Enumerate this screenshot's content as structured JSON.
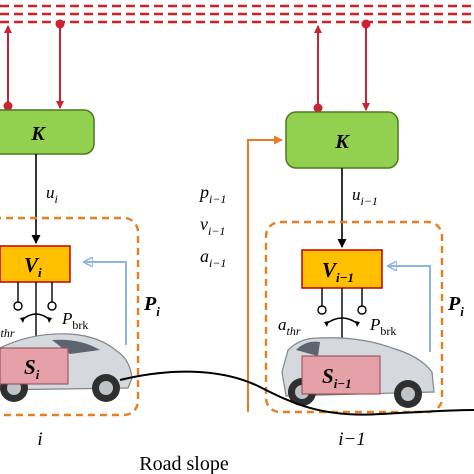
{
  "colors": {
    "bus": "#d42020",
    "arrow": "#cc2233",
    "controller_fill": "#92d050",
    "controller_stroke": "#4a7a1f",
    "vehicle_fill": "#ffc000",
    "vehicle_stroke": "#c00000",
    "sensor_fill": "#e6a0a8",
    "platoon_box": "#e67e22",
    "info_arrow": "#e67e22",
    "feedback": "#8fb4e3",
    "road": "#000000"
  },
  "vehicles": [
    {
      "controller": "K",
      "control_signal": {
        "base": "u",
        "sub": "i"
      },
      "actuator": {
        "base": "V",
        "sub": "i"
      },
      "sensor": {
        "base": "S",
        "sub": "i"
      },
      "throttle": {
        "base": "a",
        "sub": "thr"
      },
      "brake": {
        "base": "P",
        "sub": "brk"
      },
      "platoon": {
        "base": "P",
        "sub": "i"
      },
      "index": "i"
    },
    {
      "controller": "K",
      "control_signal": {
        "base": "u",
        "sub": "i−1"
      },
      "actuator": {
        "base": "V",
        "sub": "i−1"
      },
      "sensor": {
        "base": "S",
        "sub": "i−1"
      },
      "throttle": {
        "base": "a",
        "sub": "thr"
      },
      "brake": {
        "base": "P",
        "sub": "brk"
      },
      "platoon": {
        "base": "P",
        "sub": "i"
      },
      "index": "i−1"
    }
  ],
  "shared_states": [
    {
      "base": "p",
      "sub": "i−1"
    },
    {
      "base": "v",
      "sub": "i−1"
    },
    {
      "base": "a",
      "sub": "i−1"
    }
  ],
  "road_label": "Road slope"
}
